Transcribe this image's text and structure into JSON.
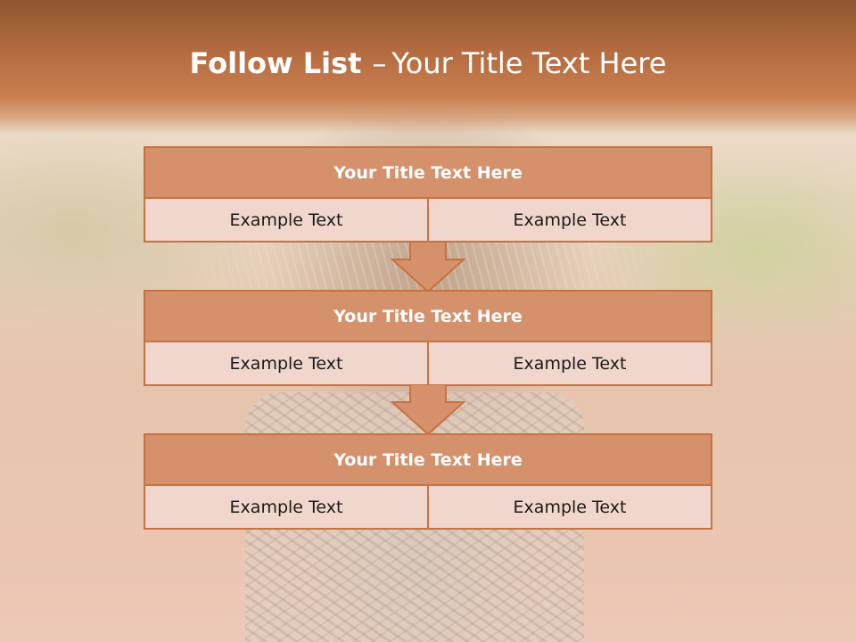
{
  "title": {
    "bold": "Follow List",
    "separator": "–",
    "rest": "Your Title Text Here"
  },
  "steps": [
    {
      "heading": "Your Title Text Here",
      "left": "Example Text",
      "right": "Example Text"
    },
    {
      "heading": "Your Title Text Here",
      "left": "Example Text",
      "right": "Example Text"
    },
    {
      "heading": "Your Title Text Here",
      "left": "Example Text",
      "right": "Example Text"
    }
  ],
  "colors": {
    "accent": "#c8733f",
    "heading_fill": "#d4916b",
    "cell_fill": "#f0d6cc",
    "banner": "#b36b40"
  },
  "icons": [
    "down-arrow-icon",
    "down-arrow-icon"
  ]
}
